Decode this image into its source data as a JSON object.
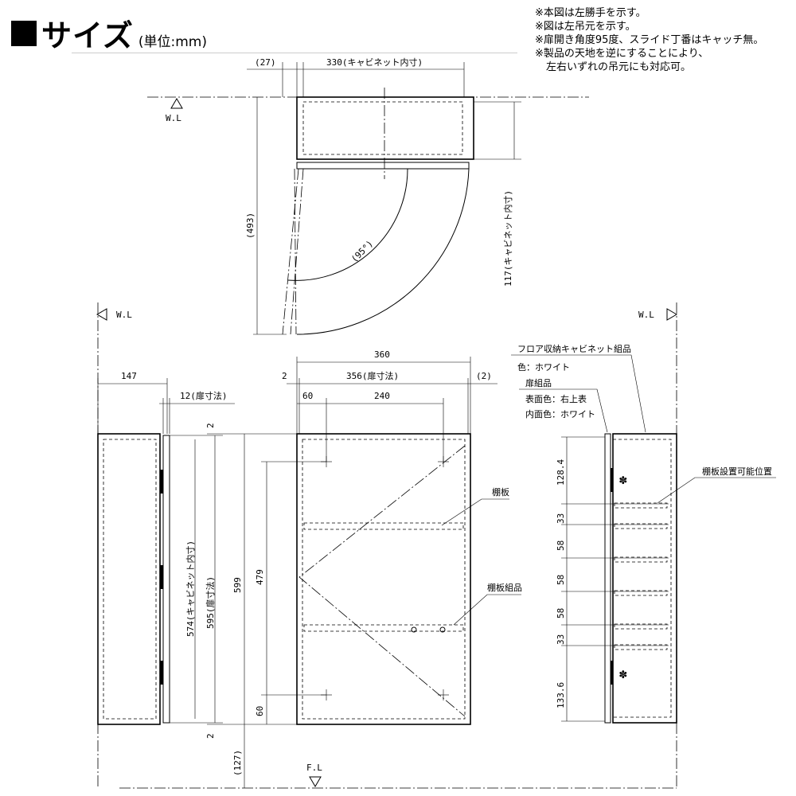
{
  "title": {
    "main": "サイズ",
    "unit": "(単位:mm)"
  },
  "notes": [
    "※本図は左勝手を示す。",
    "※図は左吊元を示す。",
    "※扉開き角度95度、スライド丁番はキャッチ無。",
    "※製品の天地を逆にすることにより、",
    "左右いずれの吊元にも対応可。"
  ],
  "top_view": {
    "dim_offset": "(27)",
    "dim_inner_width": "330(キャビネット内寸)",
    "dim_depth": "(493)",
    "dim_inner_depth": "117(キャビネット内寸)",
    "angle": "(95°)",
    "wl": "W.L"
  },
  "levels": {
    "wl_left": "W.L",
    "wl_right": "W.L",
    "fl": "F.L"
  },
  "side_view": {
    "dim_depth": "147",
    "dim_door": "12(扉寸法)",
    "dim_inner_height": "574(キャビネット内寸)",
    "dim_door_height": "595(扉寸法)"
  },
  "front_view": {
    "dim_width": "360",
    "dim_door_width": "356(扉寸法)",
    "dim_gap_left": "2",
    "dim_gap_right": "(2)",
    "dim_60": "60",
    "dim_240": "240",
    "dim_top_gap": "2",
    "dim_bottom_gap": "2",
    "dim_height": "599",
    "dim_hole_span": "479",
    "dim_bottom_60": "60",
    "dim_floor": "(127)",
    "label_shelf": "棚板",
    "label_shelf_assembly": "棚板組品"
  },
  "right_view": {
    "label_cabinet": "フロア収納キャビネット組品",
    "label_cabinet_color": "色：ホワイト",
    "label_door": "扉組品",
    "label_door_surface": "表面色：右上表",
    "label_door_inner": "内面色：ホワイト",
    "label_shelf_positions": "棚板設置可能位置",
    "pitch": [
      "128.4",
      "33",
      "58",
      "58",
      "58",
      "33",
      "133.6"
    ]
  }
}
